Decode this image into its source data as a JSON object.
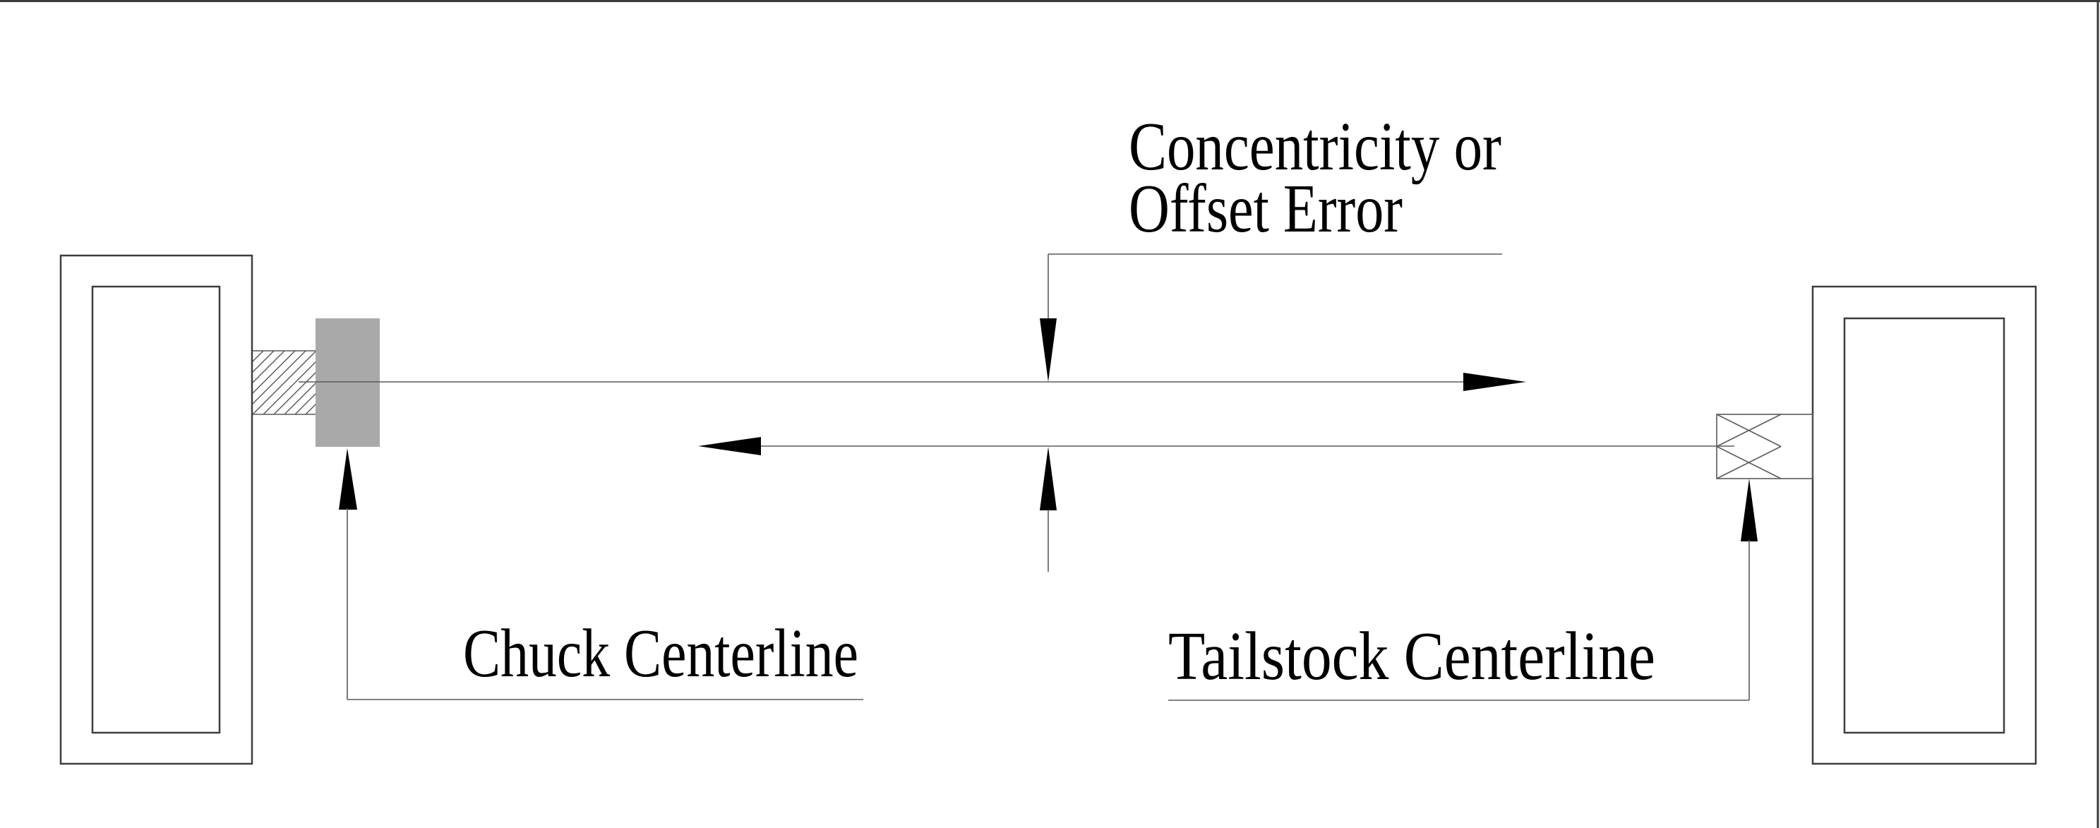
{
  "title": "Lathe chuck and tailstock alignment diagram",
  "labels": {
    "error_line1": "Concentricity or",
    "error_line2": "Offset Error",
    "chuck": "Chuck Centerline",
    "tailstock": "Tailstock Centerline"
  },
  "colors": {
    "background": "#ffffff",
    "frame": "#3a3a3a",
    "rect_outline": "#3d3d3d",
    "thin_line": "#5a5a5a",
    "arrow": "#000000",
    "text": "#000000",
    "chuck_block_gray": "#a9a9a9"
  }
}
